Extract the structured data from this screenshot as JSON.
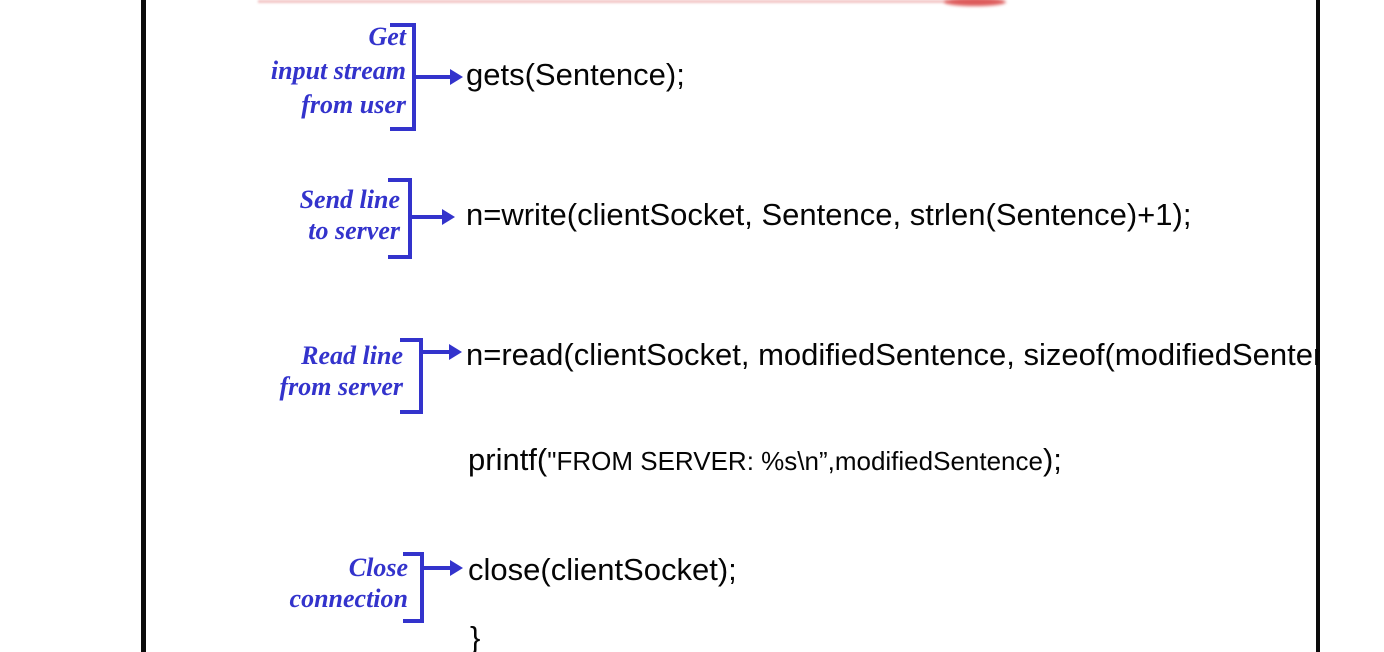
{
  "slide": {
    "kind": "annotated-code-slide-fragment",
    "colors": {
      "annotation_blue": "#3333cc",
      "code_black": "#050505",
      "border_black": "#0b0b0b",
      "title_marker_red": "#dd5a5a",
      "title_smear_pink": "#f2c4c4"
    }
  },
  "annotations": [
    {
      "id": "get-input-stream",
      "lines": [
        "Get",
        "input stream",
        "from user"
      ]
    },
    {
      "id": "send-line",
      "lines": [
        "Send line",
        "to server"
      ]
    },
    {
      "id": "read-line",
      "lines": [
        "Read line",
        "from server"
      ]
    },
    {
      "id": "close-connection",
      "lines": [
        "Close",
        "connection"
      ]
    }
  ],
  "code": {
    "gets_line": "gets(Sentence);",
    "write_line": "n=write(clientSocket, Sentence, strlen(Sentence)+1);",
    "read_line_visible": "n=read(clientSocket, modifiedSentence, sizeof(modifiedSentence",
    "printf_prefix": "printf(",
    "printf_string": "\"FROM SERVER: %s\\n”,modifiedSentence",
    "printf_suffix": ");",
    "close_line": "close(clientSocket);",
    "closing_brace": "}"
  }
}
